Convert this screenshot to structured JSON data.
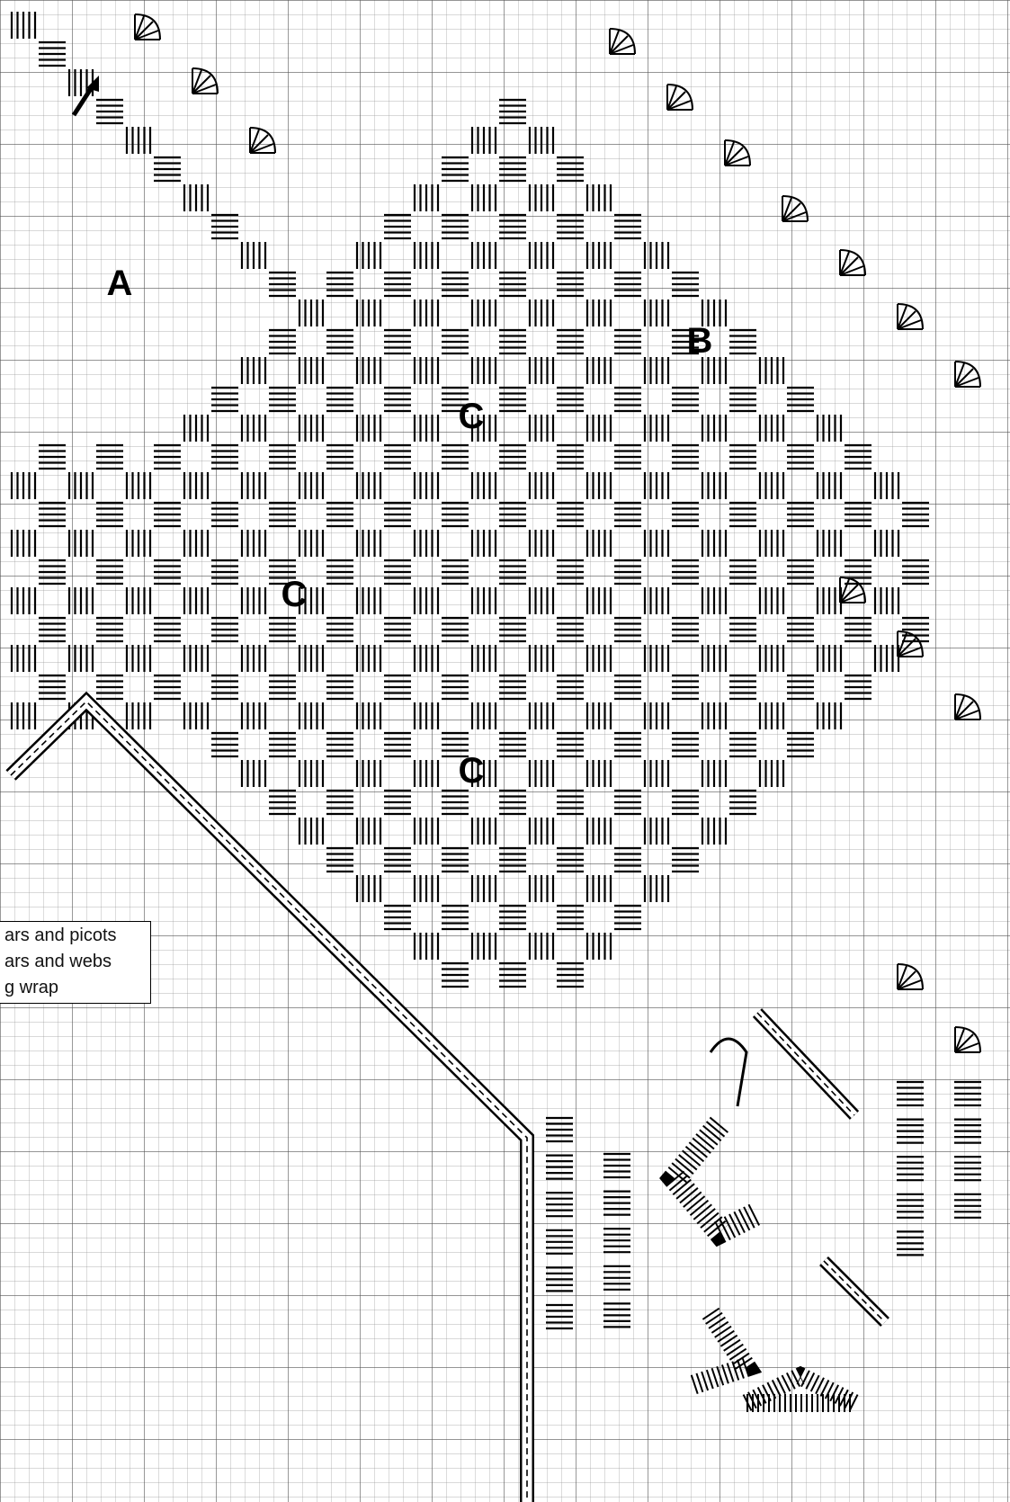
{
  "diagram": {
    "labels": {
      "a": "A",
      "b": "B",
      "c1": "C",
      "c2": "C",
      "c3": "C"
    },
    "legend": [
      "ars and picots",
      "ars and webs",
      "g wrap"
    ]
  },
  "colors": {
    "ink": "#000000",
    "grid": "#8a8a8a",
    "paper": "#ffffff"
  }
}
